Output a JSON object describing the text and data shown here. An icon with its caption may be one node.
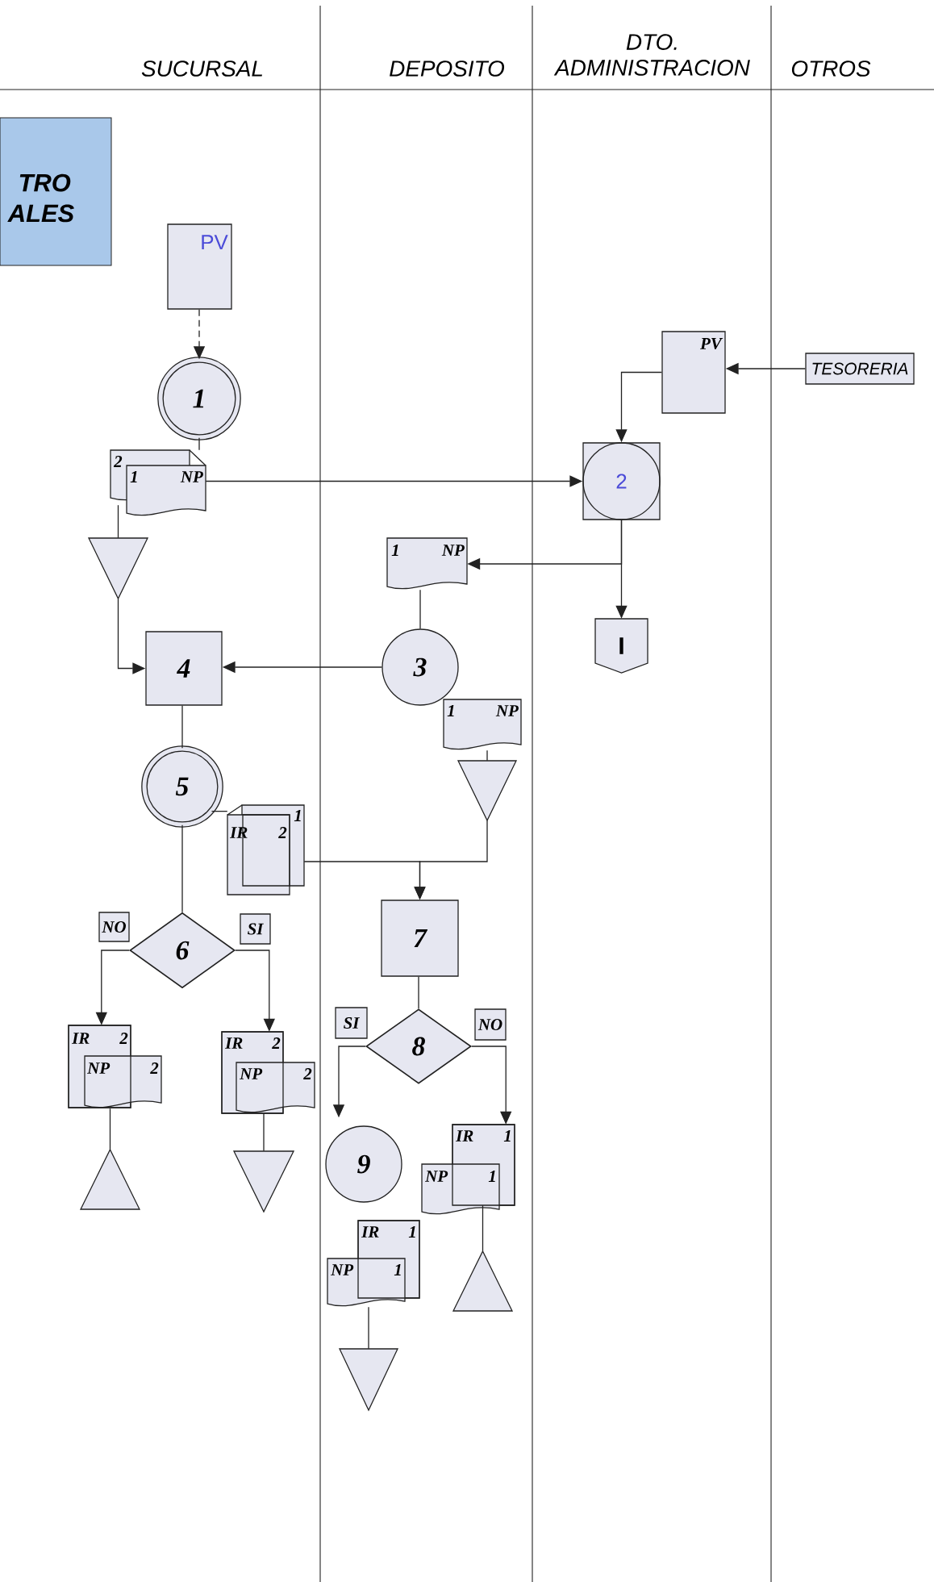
{
  "diagram": {
    "nodes": [
      {
        "text": [
          "TRO ALES"
        ]
      },
      {
        "text": [
          "PV"
        ]
      },
      {
        "text": [
          "1"
        ]
      },
      {
        "text": [
          "2",
          "1",
          "NP"
        ]
      },
      {
        "text": [],
        "shape": "triangle"
      },
      {
        "text": [
          "4"
        ]
      },
      {
        "text": [
          "PV"
        ]
      },
      {
        "text": [
          "TESORERIA"
        ]
      },
      {
        "text": [
          "2"
        ]
      },
      {
        "text": [
          "1",
          "NP"
        ]
      },
      {
        "text": [
          "I"
        ]
      },
      {
        "text": [
          "3"
        ]
      },
      {
        "text": [
          "1",
          "NP"
        ]
      },
      {
        "text": [],
        "shape": "triangle"
      },
      {
        "text": [
          "5"
        ]
      },
      {
        "text": [
          "IR",
          "2",
          "1"
        ]
      },
      {
        "text": [
          "7"
        ]
      },
      {
        "text": [
          "6"
        ]
      },
      {
        "text": [
          "NO"
        ]
      },
      {
        "text": [
          "SI"
        ]
      },
      {
        "text": [
          "IR",
          "2",
          "NP",
          "2"
        ]
      },
      {
        "text": [],
        "shape": "triangle"
      },
      {
        "text": [
          "IR",
          "2",
          "NP",
          "2"
        ]
      },
      {
        "text": [],
        "shape": "triangle"
      },
      {
        "text": [
          "8"
        ]
      },
      {
        "text": [
          "SI"
        ]
      },
      {
        "text": [
          "NO"
        ]
      },
      {
        "text": [
          "9"
        ]
      },
      {
        "text": [
          "IR",
          "1",
          "NP",
          "1"
        ]
      },
      {
        "text": [],
        "shape": "triangle"
      },
      {
        "text": [
          "IR",
          "1",
          "NP",
          "1"
        ]
      },
      {
        "text": [],
        "shape": "triangle"
      }
    ],
    "edges": [
      {
        "from": 1,
        "to": 2,
        "arrow": "to",
        "style": "dashed"
      },
      {
        "from": 2,
        "to": 3,
        "arrow": "none"
      },
      {
        "from": 3,
        "to": 8,
        "arrow": "to"
      },
      {
        "from": 3,
        "to": 4,
        "arrow": "none"
      },
      {
        "from": 4,
        "to": 5,
        "arrow": "to"
      },
      {
        "from": 7,
        "to": 6,
        "arrow": "to"
      },
      {
        "from": 6,
        "to": 8,
        "arrow": "to"
      },
      {
        "from": 8,
        "to": 9,
        "arrow": "to"
      },
      {
        "from": 8,
        "to": 10,
        "arrow": "to"
      },
      {
        "from": 9,
        "to": 11,
        "arrow": "none"
      },
      {
        "from": 11,
        "to": 5,
        "arrow": "to"
      },
      {
        "from": 5,
        "to": 14,
        "arrow": "none"
      },
      {
        "from": 12,
        "to": 13,
        "arrow": "none"
      },
      {
        "from": 14,
        "to": 15,
        "arrow": "none"
      },
      {
        "from": 14,
        "to": 17,
        "arrow": "none"
      },
      {
        "from": 15,
        "to": 16,
        "arrow": "to"
      },
      {
        "from": 13,
        "to": 16,
        "arrow": "to"
      },
      {
        "from": 17,
        "to": 20,
        "arrow": "to"
      },
      {
        "from": 17,
        "to": 22,
        "arrow": "to"
      },
      {
        "from": 20,
        "to": 21,
        "arrow": "none"
      },
      {
        "from": 22,
        "to": 23,
        "arrow": "none"
      },
      {
        "from": 16,
        "to": 24,
        "arrow": "none"
      },
      {
        "from": 24,
        "to": 27,
        "arrow": "to"
      },
      {
        "from": 24,
        "to": 28,
        "arrow": "to"
      },
      {
        "from": 28,
        "to": 29,
        "arrow": "none"
      },
      {
        "from": 30,
        "to": 31,
        "arrow": "none"
      }
    ],
    "labels": [
      "SUCURSAL",
      "DEPOSITO",
      "DTO. ADMINISTRACION",
      "OTROS"
    ]
  }
}
